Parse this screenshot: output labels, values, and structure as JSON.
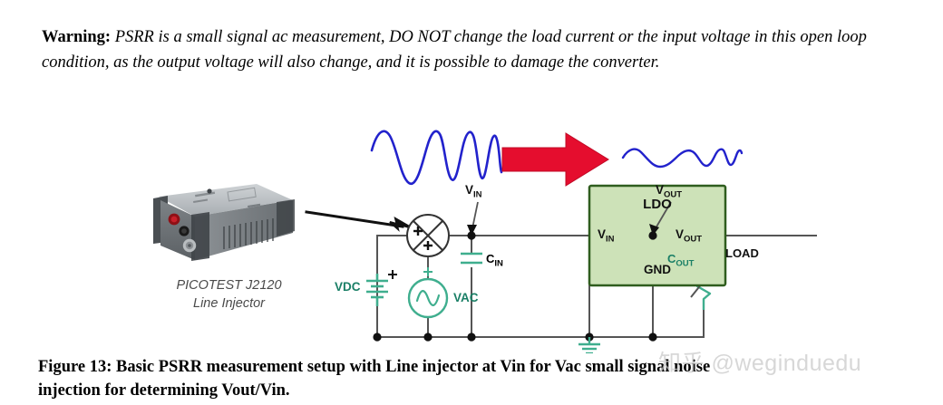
{
  "warning": {
    "label": "Warning:",
    "text": "PSRR is a small signal ac measurement, DO NOT change the load current or the input voltage in this open loop condition, as the output voltage will also change, and it is possible to damage the converter."
  },
  "figure": {
    "instrument": {
      "name": "PICOTEST J2120",
      "subtitle": "Line Injector"
    },
    "waveforms": {
      "input_label": "large-amplitude-chirp",
      "output_label": "attenuated-chirp",
      "arrow_label": "red-right-arrow"
    },
    "circuit": {
      "summing_junction": {
        "plus_top": "+",
        "plus_bottom": "+"
      },
      "dc_source": "VDC",
      "ac_source": "VAC",
      "dc_polarity": "+",
      "ac_polarity": "+",
      "cap_in": "C",
      "cap_in_sub": "IN",
      "cap_out": "C",
      "cap_out_sub": "OUT",
      "node_vin": "V",
      "node_vin_sub": "IN",
      "node_vout": "V",
      "node_vout_sub": "OUT",
      "ldo_title": "LDO",
      "ldo_pin_vin": "V",
      "ldo_pin_vin_sub": "IN",
      "ldo_pin_vout": "V",
      "ldo_pin_vout_sub": "OUT",
      "ldo_pin_gnd": "GND",
      "load": "LOAD",
      "ground_label": "ground-symbol"
    }
  },
  "caption": {
    "line1": "Figure 13: Basic PSRR measurement setup with Line injector at Vin for Vac small signal noise",
    "line2": "injection for determining Vout/Vin."
  },
  "watermark": {
    "cn": "知乎",
    "handle": "@weginduedu"
  },
  "colors": {
    "ldo_fill": "#cde2b8",
    "ldo_stroke": "#2f5d1e",
    "wire": "#555555",
    "teal": "#3fae8e",
    "blue_wave": "#2222cc",
    "red_arrow": "#e50d2e",
    "instrument_body": "#6d7276",
    "instrument_bumper": "#4a4f53"
  }
}
